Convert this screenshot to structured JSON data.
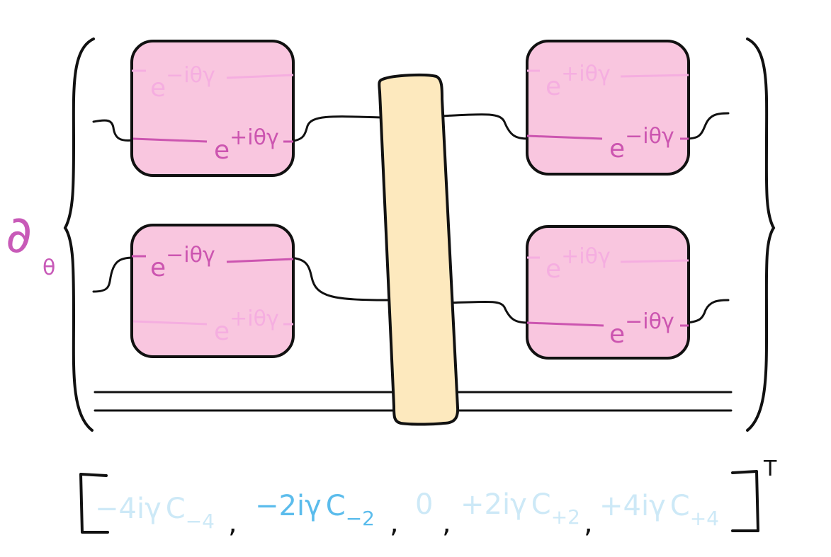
{
  "operator": {
    "symbol": "∂",
    "subscript": "θ"
  },
  "gates": {
    "top_left": {
      "upper": {
        "base": "e",
        "exp": "−iθγ",
        "faded": true
      },
      "lower": {
        "base": "e",
        "exp": "+iθγ",
        "faded": false
      }
    },
    "top_right": {
      "upper": {
        "base": "e",
        "exp": "+iθγ",
        "faded": true
      },
      "lower": {
        "base": "e",
        "exp": "−iθγ",
        "faded": false
      }
    },
    "bottom_left": {
      "upper": {
        "base": "e",
        "exp": "−iθγ",
        "faded": false
      },
      "lower": {
        "base": "e",
        "exp": "+iθγ",
        "faded": true
      }
    },
    "bottom_right": {
      "upper": {
        "base": "e",
        "exp": "+iθγ",
        "faded": true
      },
      "lower": {
        "base": "e",
        "exp": "−iθγ",
        "faded": false
      }
    }
  },
  "vector": {
    "entries": [
      {
        "coef": "−4iγ",
        "sym": "C",
        "sub": "−4",
        "faded": true
      },
      {
        "coef": "−2iγ",
        "sym": "C",
        "sub": "−2",
        "faded": false
      },
      {
        "coef": "0",
        "sym": "",
        "sub": "",
        "faded": true
      },
      {
        "coef": "+2iγ",
        "sym": "C",
        "sub": "+2",
        "faded": true
      },
      {
        "coef": "+4iγ",
        "sym": "C",
        "sub": "+4",
        "faded": true
      }
    ],
    "separator": ",",
    "transpose": "T"
  },
  "colors": {
    "gate_fill": "#f9c6df",
    "gate_text": "#cc55b0",
    "gate_text_faded": "#f5aee0",
    "operator_color": "#c85ab8",
    "tensor_fill": "#fde9be",
    "vector_text": "#5bbcec",
    "vector_text_faded": "#cde9f7",
    "stroke": "#111111"
  }
}
